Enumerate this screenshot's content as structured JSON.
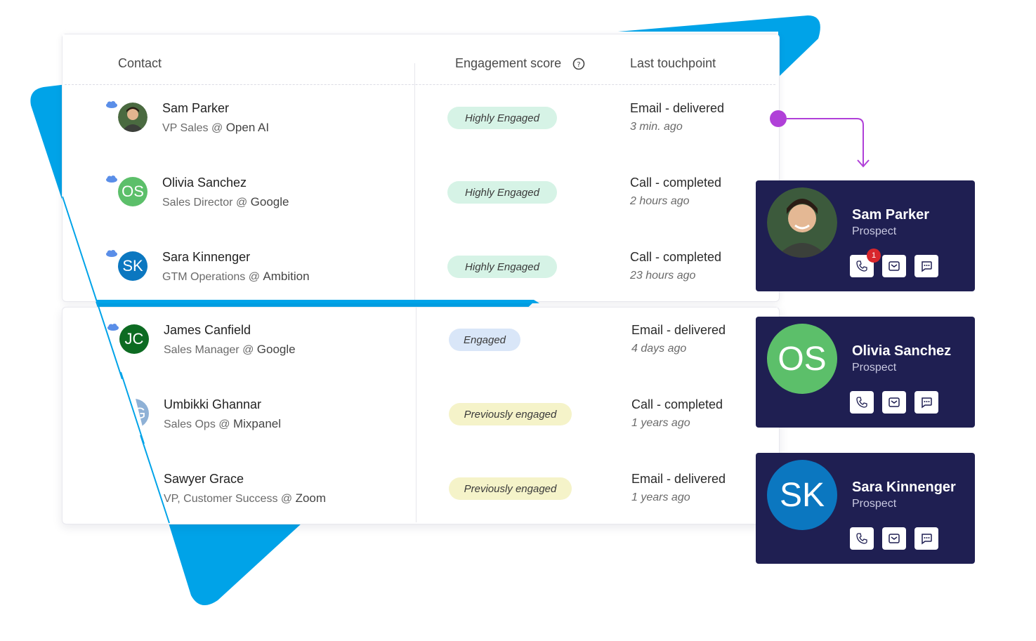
{
  "headers": {
    "contact": "Contact",
    "engagement": "Engagement score",
    "touchpoint": "Last touchpoint"
  },
  "contacts": [
    {
      "name": "Sam Parker",
      "title": "VP Sales",
      "company": "Open AI",
      "initials": "",
      "avatar_color": "#3c5a3c",
      "status": "Highly Engaged",
      "status_color": "#d6f3e6",
      "touch": "Email - delivered",
      "time": "3 min. ago"
    },
    {
      "name": "Olivia Sanchez",
      "title": "Sales Director",
      "company": "Google",
      "initials": "OS",
      "avatar_color": "#5cbf6a",
      "status": "Highly Engaged",
      "status_color": "#d6f3e6",
      "touch": "Call - completed",
      "time": "2 hours ago"
    },
    {
      "name": "Sara Kinnenger",
      "title": "GTM Operations",
      "company": "Ambition",
      "initials": "SK",
      "avatar_color": "#0b77c0",
      "status": "Highly Engaged",
      "status_color": "#d6f3e6",
      "touch": "Call - completed",
      "time": "23 hours ago"
    },
    {
      "name": "James Canfield",
      "title": "Sales Manager",
      "company": "Google",
      "initials": "JC",
      "avatar_color": "#0d6b22",
      "status": "Engaged",
      "status_color": "#d9e6f8",
      "touch": "Email - delivered",
      "time": "4 days ago"
    },
    {
      "name": "Umbikki Ghannar",
      "title": "Sales Ops",
      "company": "Mixpanel",
      "initials": "UG",
      "avatar_color": "#8fb1d6",
      "status": "Previously engaged",
      "status_color": "#f5f3c9",
      "touch": "Call - completed",
      "time": "1 years ago"
    },
    {
      "name": "Sawyer Grace",
      "title": "VP, Customer Success",
      "company": "Zoom",
      "initials": "",
      "avatar_color": "",
      "status": "Previously engaged",
      "status_color": "#f5f3c9",
      "touch": "Email - delivered",
      "time": "1 years ago"
    }
  ],
  "at_symbol": "@",
  "prospect_cards": [
    {
      "name": "Sam Parker",
      "role": "Prospect",
      "initials": "",
      "avatar_color": "#3c5a3c",
      "badge": "1"
    },
    {
      "name": "Olivia Sanchez",
      "role": "Prospect",
      "initials": "OS",
      "avatar_color": "#5cbf6a"
    },
    {
      "name": "Sara Kinnenger",
      "role": "Prospect",
      "initials": "SK",
      "avatar_color": "#0b77c0"
    }
  ],
  "colors": {
    "accent_blue": "#00a3e8",
    "card_navy": "#1f1f52",
    "connector_purple": "#b040d8"
  }
}
